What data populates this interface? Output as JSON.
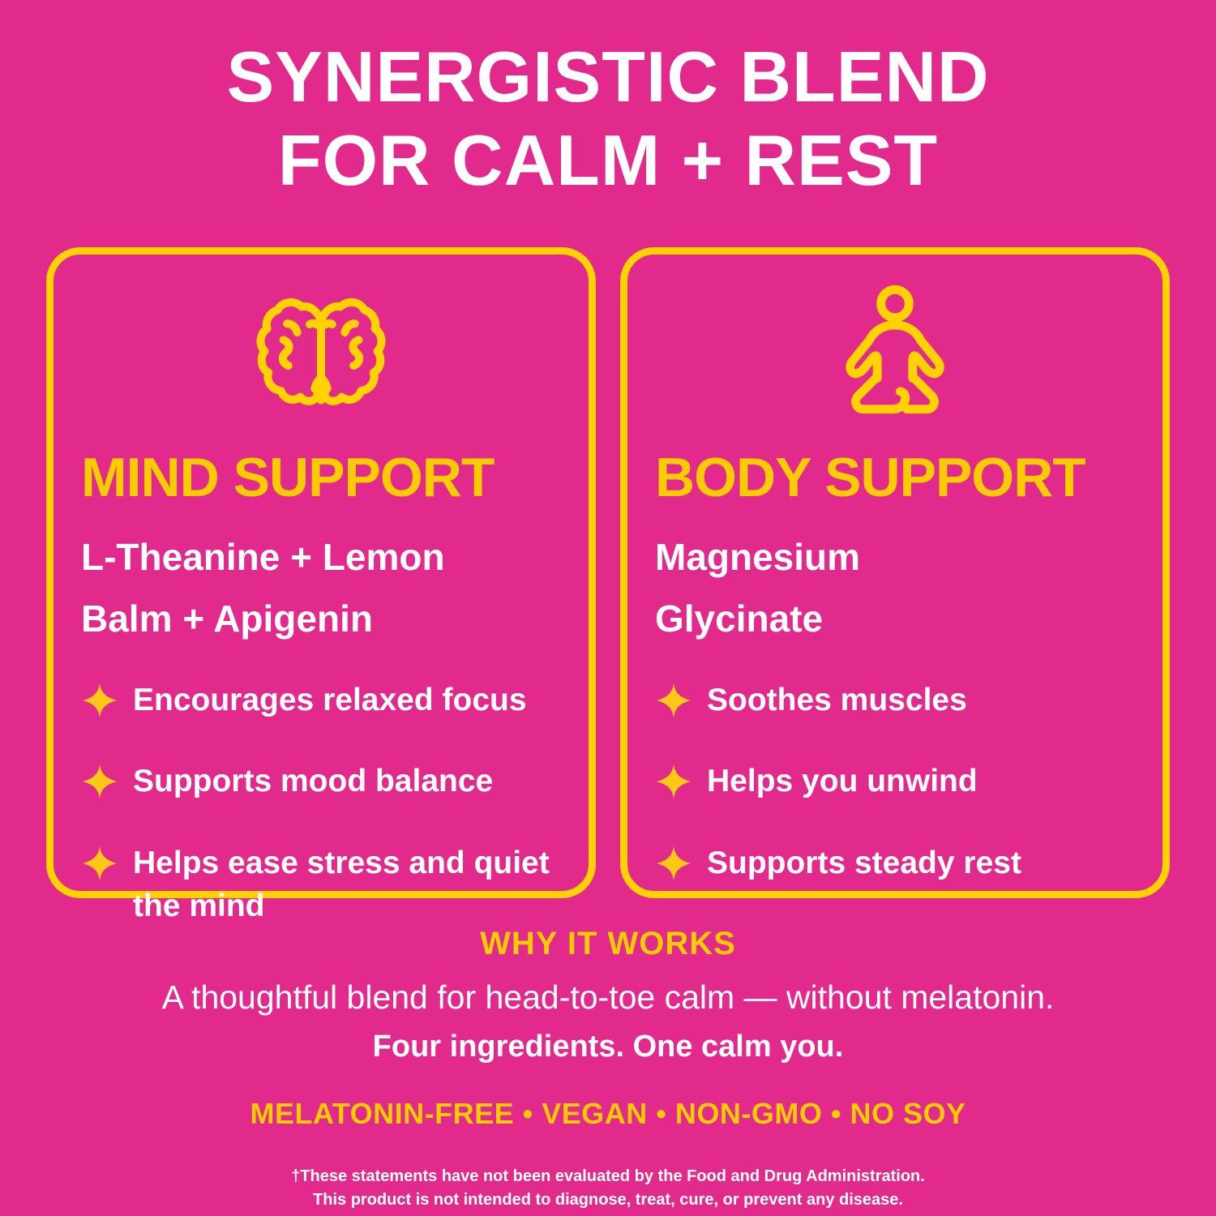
{
  "colors": {
    "background": "#E22A8C",
    "accent_yellow": "#FFD200",
    "heading_yellow": "#F8CC00",
    "sparkle_gold": "#FFC717",
    "text_white": "#FFFFFF"
  },
  "header": {
    "line1": "SYNERGISTIC BLEND",
    "line2": "FOR CALM + REST"
  },
  "cards": [
    {
      "icon": "brain-icon",
      "heading": "MIND SUPPORT",
      "sub_lines": [
        "L-Theanine + Lemon",
        "Balm + Apigenin"
      ],
      "bullets": [
        "Encourages relaxed focus",
        "Supports mood balance",
        "Helps ease stress and quiet the mind"
      ]
    },
    {
      "icon": "meditation-icon",
      "heading": "BODY SUPPORT",
      "sub_lines": [
        "Magnesium",
        "Glycinate"
      ],
      "bullets": [
        "Soothes muscles",
        "Helps you unwind",
        "Supports steady rest"
      ]
    }
  ],
  "footer": {
    "why_heading": "WHY IT WORKS",
    "blend_line": "A thoughtful blend for head-to-toe calm — without melatonin.",
    "tagline": "Four ingredients. One calm you.",
    "badges": "MELATONIN-FREE • VEGAN • NON-GMO • NO SOY",
    "disclaimer_line1": "†These statements have not been evaluated by the Food and Drug Administration.",
    "disclaimer_line2": "This product is not intended to diagnose, treat, cure, or prevent any disease."
  }
}
